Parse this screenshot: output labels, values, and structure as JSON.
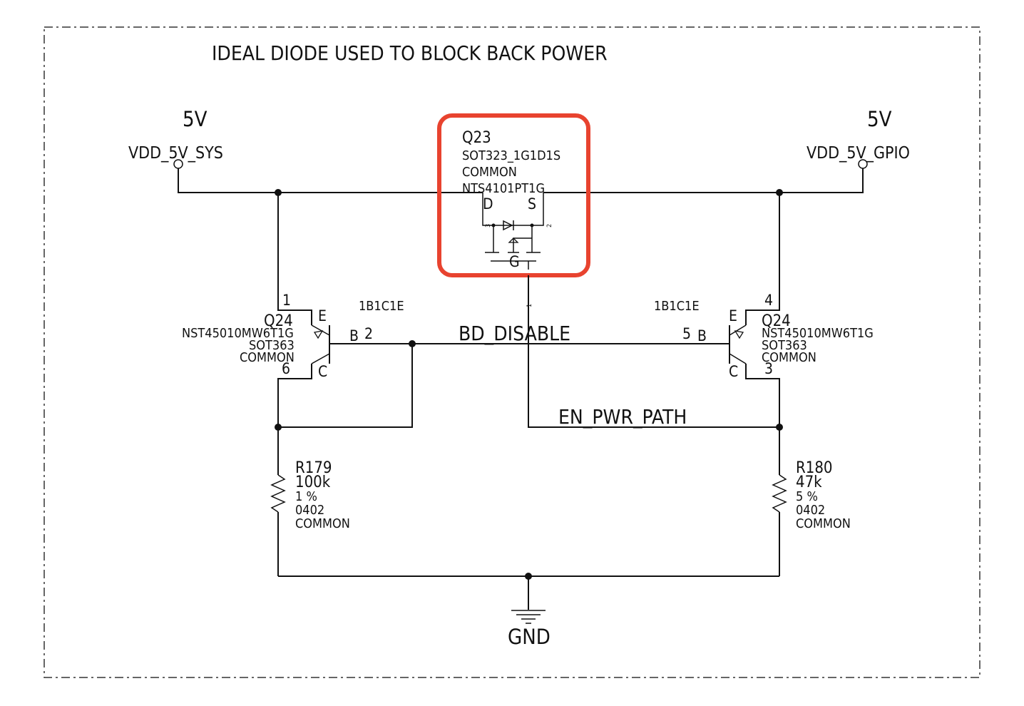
{
  "title": "IDEAL DIODE USED TO BLOCK BACK POWER",
  "colors": {
    "highlight": "#e8432f",
    "wire": "#111111",
    "border": "#333333"
  },
  "rails": {
    "left": {
      "voltage": "5V",
      "net": "VDD_5V_SYS"
    },
    "right": {
      "voltage": "5V",
      "net": "VDD_5V_GPIO"
    }
  },
  "q23": {
    "ref": "Q23",
    "package": "SOT323_1G1D1S",
    "class": "COMMON",
    "part": "NTS4101PT1G",
    "pin_d": "D",
    "pin_s": "S",
    "pin_g": "G",
    "pin_num_d": "3",
    "pin_num_s": "2",
    "pin_num_g": "1"
  },
  "q24_left": {
    "ref": "Q24",
    "part": "NST45010MW6T1G",
    "package": "SOT363",
    "class": "COMMON",
    "config": "1B1C1E",
    "pin_e": "E",
    "pin_b": "B",
    "pin_c": "C",
    "pin_num_e": "1",
    "pin_num_b": "2",
    "pin_num_c": "6"
  },
  "q24_right": {
    "ref": "Q24",
    "part": "NST45010MW6T1G",
    "package": "SOT363",
    "class": "COMMON",
    "config": "1B1C1E",
    "pin_e": "E",
    "pin_b": "B",
    "pin_c": "C",
    "pin_num_e": "4",
    "pin_num_b": "5",
    "pin_num_c": "3"
  },
  "nets": {
    "bd_disable": "BD_DISABLE",
    "en_pwr_path": "EN_PWR_PATH",
    "gnd": "GND"
  },
  "r179": {
    "ref": "R179",
    "value": "100k",
    "tolerance": "1 %",
    "package": "0402",
    "class": "COMMON"
  },
  "r180": {
    "ref": "R180",
    "value": "47k",
    "tolerance": "5 %",
    "package": "0402",
    "class": "COMMON"
  }
}
